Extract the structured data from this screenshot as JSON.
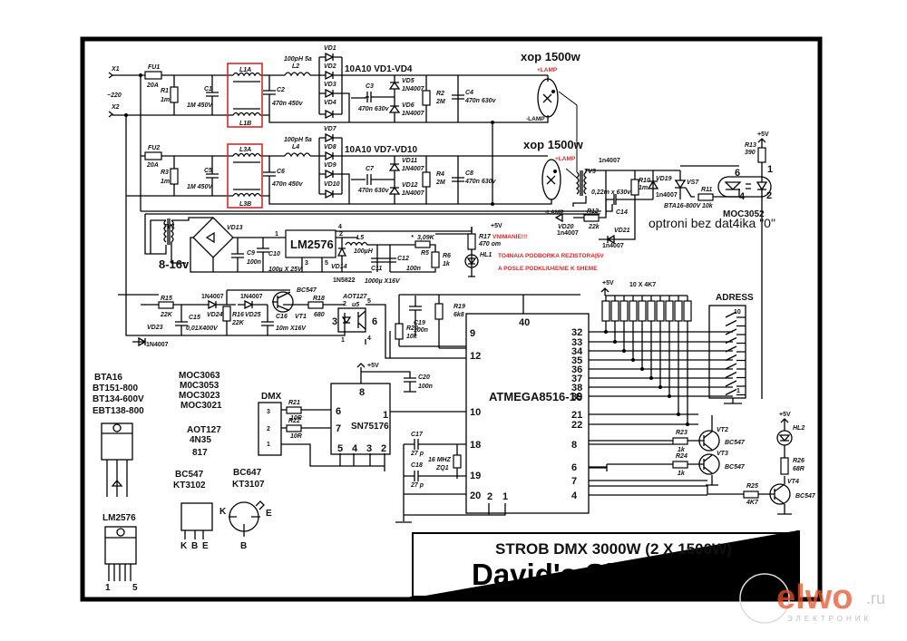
{
  "title_block": {
    "subtitle": "STROB DMX 3000W (2 X 1500W)",
    "title": "David's Show Light"
  },
  "watermark": {
    "brand": "elwo",
    "tld": ".ru",
    "tagline": "ЭЛЕКТРОНИК",
    "color": "#e8532b"
  },
  "colors": {
    "wire": "#000000",
    "highlight_box": "#d42a2a",
    "warning_text": "#d42a2a"
  },
  "inputs": {
    "x1": "X1",
    "x2": "X2",
    "mains": "~220"
  },
  "channel1": {
    "fuse": {
      "ref": "FU1",
      "value": "20A"
    },
    "r_in": {
      "ref": "R1",
      "value": "1m"
    },
    "c_in": {
      "ref": "C1",
      "value": "1M  450V"
    },
    "choke_a": "L1A",
    "choke_b": "L1B",
    "c2": {
      "ref": "C2",
      "value": "470n 450v"
    },
    "inductor": {
      "ref": "L2",
      "value": "100pH  5a"
    },
    "diodes": [
      "VD1",
      "VD2",
      "VD3",
      "VD4"
    ],
    "bridge_label": "10A10  VD1-VD4",
    "c3": {
      "ref": "C3",
      "value": "470n 630v"
    },
    "vd5": {
      "ref": "VD5",
      "value": "1N4007"
    },
    "vd6": {
      "ref": "VD6",
      "value": "1N4007"
    },
    "r2": {
      "ref": "R2",
      "value": "2M"
    },
    "c4": {
      "ref": "C4",
      "value": "470n 630v"
    },
    "lamp": "xop 1500w",
    "lamp_plus": "+LAMP",
    "lamp_minus": "-LAMP"
  },
  "channel2": {
    "fuse": {
      "ref": "FU2",
      "value": "20A"
    },
    "r_in": {
      "ref": "R3",
      "value": "1m"
    },
    "c_in": {
      "ref": "C5",
      "value": "1M  450V"
    },
    "choke_a": "L3A",
    "choke_b": "L3B",
    "c6": {
      "ref": "C6",
      "value": "470n 450v"
    },
    "inductor": {
      "ref": "L4",
      "value": "100pH  5a"
    },
    "diodes": [
      "VD7",
      "VD8",
      "VD9",
      "VD10"
    ],
    "bridge_label": "10A10  VD7-VD10",
    "c7": {
      "ref": "C7",
      "value": "470n 630v"
    },
    "vd11": {
      "ref": "VD11",
      "value": "1N4007"
    },
    "vd12": {
      "ref": "VD12",
      "value": "1N4007"
    },
    "r4": {
      "ref": "R4",
      "value": "2M"
    },
    "c8": {
      "ref": "C8",
      "value": "470n 630v"
    },
    "lamp": "xop 1500w",
    "lamp_plus": "+LAMP",
    "lamp_minus": "-LAMP"
  },
  "trigger": {
    "tv3": "TV3",
    "tv3_cap": "0,22m x 630v",
    "diode_top": "1n4007",
    "r10": {
      "ref": "R10",
      "value": "1m"
    },
    "vd19": {
      "ref": "VD19",
      "value": "1n4007"
    },
    "vs7": "VS7",
    "triac": "BTA16-800V",
    "r11": {
      "ref": "R11",
      "value": "10k"
    },
    "r12": {
      "ref": "R12",
      "value": "22k"
    },
    "c14": "C14",
    "vd20": {
      "ref": "VD20",
      "value": "1n4007"
    },
    "vd21": {
      "ref": "VD21",
      "value": "1n4007"
    },
    "r13": {
      "ref": "R13",
      "value": "390"
    },
    "plus5": "+5V",
    "opto": "MOC3052",
    "opto_pins": [
      "6",
      "4",
      "1",
      "2"
    ],
    "note": "optroni bez dat4ika \"0\""
  },
  "psu": {
    "tv1": "TV1",
    "tv1_voltage": "8-16v",
    "vd13": "VD13",
    "c9": {
      "ref": "C9",
      "value": "100n"
    },
    "c10": {
      "ref": "C10",
      "value": "100µ X 25V"
    },
    "regulator": "LM2576",
    "reg_pins": [
      "1",
      "2",
      "3",
      "4",
      "5"
    ],
    "vd14": {
      "ref": "VD14",
      "value": "1N5822"
    },
    "l5": {
      "ref": "L5",
      "value": "100µH"
    },
    "c11": {
      "ref": "C11",
      "value": "1000µ X16V"
    },
    "c12": {
      "ref": "C12",
      "value": "100n"
    },
    "r5": {
      "ref": "R5",
      "value": "3,09K",
      "mark": "*"
    },
    "r6": {
      "ref": "R6",
      "value": "1k"
    },
    "r17": {
      "ref": "R17",
      "value": "470 om"
    },
    "hl1": "HL1",
    "plus5": "+5V"
  },
  "warning": {
    "line1": "VNIMANIE!!!",
    "line2": "TO4NAIA PODBORKA REZISTORA|5V",
    "line3": "A POSLE PODKLIU4ENIE K SHEME"
  },
  "zero_cross": {
    "r15": {
      "ref": "R15",
      "value": "22K"
    },
    "vd23": {
      "ref": "VD23",
      "value": "1N4007"
    },
    "c15": {
      "ref": "C15",
      "value": "0,01X400V"
    },
    "vd24": {
      "ref": "VD24",
      "value": "1N4007"
    },
    "r16": {
      "ref": "R16",
      "value": "22K"
    },
    "vd25": {
      "ref": "VD25",
      "value": "1N4007"
    },
    "c16": {
      "ref": "C16",
      "value": "10m X16V"
    },
    "vt1": {
      "ref": "VT1",
      "value": "BC547"
    },
    "r18": {
      "ref": "R18",
      "value": "680"
    },
    "opto": {
      "ref": "u5",
      "value": "AOT127"
    },
    "opto_pins": [
      "2",
      "5",
      "3",
      "6",
      "1",
      "4"
    ]
  },
  "mcu": {
    "name": "ATMEGA8516-16",
    "top_pin": "40",
    "left_pins": [
      "9",
      "12",
      "10",
      "18",
      "19",
      "20"
    ],
    "bottom_pins": [
      "2",
      "1"
    ],
    "right_pins": [
      "32",
      "33",
      "34",
      "35",
      "36",
      "37",
      "38",
      "39",
      "21",
      "22",
      "8",
      "6",
      "7",
      "4"
    ],
    "c19": {
      "ref": "C19",
      "value": "100n"
    },
    "r19": {
      "ref": "R19",
      "value": "6k8"
    },
    "r20": {
      "ref": "R20",
      "value": "10k"
    },
    "c17": {
      "ref": "C17",
      "value": "27 p"
    },
    "c18": {
      "ref": "C18",
      "value": "27 p"
    },
    "crystal": {
      "ref": "ZQ1",
      "value": "16 MHZ"
    },
    "plus5": "+5V"
  },
  "address": {
    "label": "ADRESS",
    "resistors": "10 X 4K7",
    "first": "1",
    "last": "10",
    "plus5": "+5V"
  },
  "dmx": {
    "label": "DMX",
    "pins": [
      "3",
      "2",
      "1"
    ],
    "r21": {
      "ref": "R21",
      "value": "10R"
    },
    "r22": {
      "ref": "R22",
      "value": "10R"
    },
    "transceiver": "SN75176",
    "pins_in": [
      "6",
      "7"
    ],
    "pin_top": "8",
    "pin_out": "1",
    "pins_bottom": [
      "5",
      "4",
      "3",
      "2"
    ],
    "c20": {
      "ref": "C20",
      "value": "100n"
    },
    "plus5": "+5V"
  },
  "outputs": {
    "r23": {
      "ref": "R23",
      "value": "1k"
    },
    "vt2": {
      "ref": "VT2",
      "value": "BC547"
    },
    "r24": {
      "ref": "R24",
      "value": "1k"
    },
    "vt3": {
      "ref": "VT3",
      "value": "BC547"
    },
    "r25": {
      "ref": "R25",
      "value": "4K7"
    },
    "vt4": {
      "ref": "VT4",
      "value": "BC547"
    },
    "r26": {
      "ref": "R26",
      "value": "68R"
    },
    "hl2": "HL2",
    "plus5": "+5V"
  },
  "legend": {
    "triacs": [
      "BTA16",
      "BT151-800",
      "BT134-600V",
      "EBT138-800"
    ],
    "optos_triac": [
      "MOC3063",
      "M0C3053",
      "MOC3023",
      "MOC3021"
    ],
    "optos_tr": [
      "AOT127",
      "4N35",
      "817"
    ],
    "npn": [
      "BC547",
      "KT3102"
    ],
    "pnp": [
      "BC647",
      "KT3107"
    ],
    "pin_labels_to92": [
      "K",
      "B",
      "E"
    ],
    "pin_labels_metal": {
      "k": "K",
      "e": "E",
      "b": "B"
    },
    "regulator": "LM2576",
    "reg_pins": [
      "1",
      "5"
    ]
  }
}
